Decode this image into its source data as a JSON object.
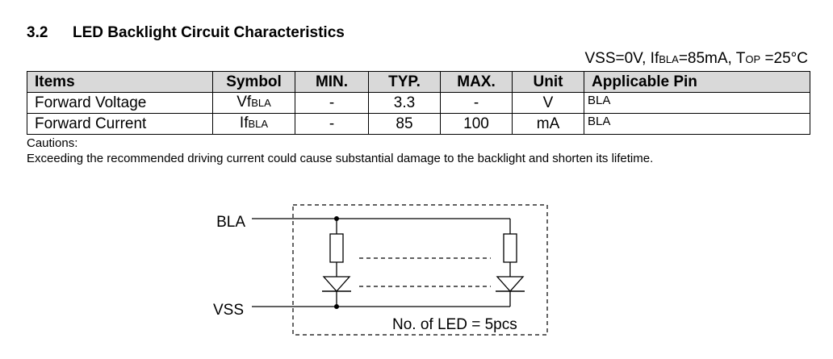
{
  "section": {
    "number": "3.2",
    "title": "LED Backlight Circuit Characteristics"
  },
  "conditions": {
    "vss": "VSS=0V, ",
    "if_main": "If",
    "if_sub": "BLA",
    "if_val": "=85mA, ",
    "top_main": "T",
    "top_sub": "OP",
    "top_val": " =25°C"
  },
  "table": {
    "headers": [
      "Items",
      "Symbol",
      "MIN.",
      "TYP.",
      "MAX.",
      "Unit",
      "Applicable Pin"
    ],
    "rows": [
      {
        "item": "Forward Voltage",
        "symbol_main": "Vf",
        "symbol_sub": "BLA",
        "min": "-",
        "typ": "3.3",
        "max": "-",
        "unit": "V",
        "pin": "BLA"
      },
      {
        "item": "Forward Current",
        "symbol_main": "If",
        "symbol_sub": "BLA",
        "min": "-",
        "typ": "85",
        "max": "100",
        "unit": "mA",
        "pin": "BLA"
      }
    ]
  },
  "cautions": {
    "label": "Cautions:",
    "text": "Exceeding the recommended driving current could cause substantial damage to the backlight and shorten its lifetime."
  },
  "circuit": {
    "bla_label": "BLA",
    "vss_label": "VSS",
    "led_count_label": "No. of LED = 5pcs"
  }
}
